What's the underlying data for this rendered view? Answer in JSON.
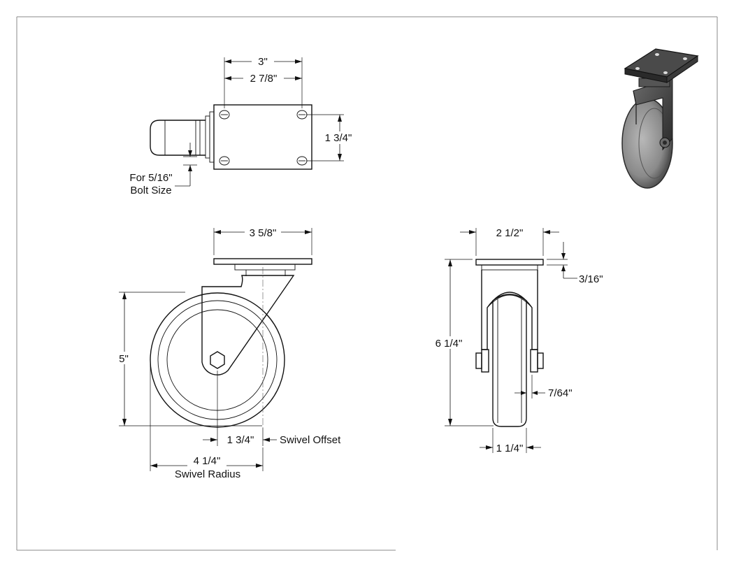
{
  "dimensions": {
    "plate_length_outer": "3\"",
    "plate_length_holes": "2 7/8\"",
    "plate_width_holes": "1 3/4\"",
    "bolt_line1": "For 5/16\"",
    "bolt_line2": "Bolt Size",
    "plate_length_side": "3 5/8\"",
    "overall_height_side": "5\"",
    "swivel_offset_value": "1 3/4\"",
    "swivel_offset_label": "Swivel Offset",
    "swivel_radius_value": "4 1/4\"",
    "swivel_radius_label": "Swivel Radius",
    "plate_width_front": "2 1/2\"",
    "plate_thickness": "3/16\"",
    "overall_height_front": "6 1/4\"",
    "fork_thickness": "7/64\"",
    "wheel_width": "1 1/4\""
  },
  "colors": {
    "line": "#111111",
    "border": "#8a8a8a",
    "render_dark": "#3a3a3a",
    "render_light": "#9a9a9a"
  }
}
